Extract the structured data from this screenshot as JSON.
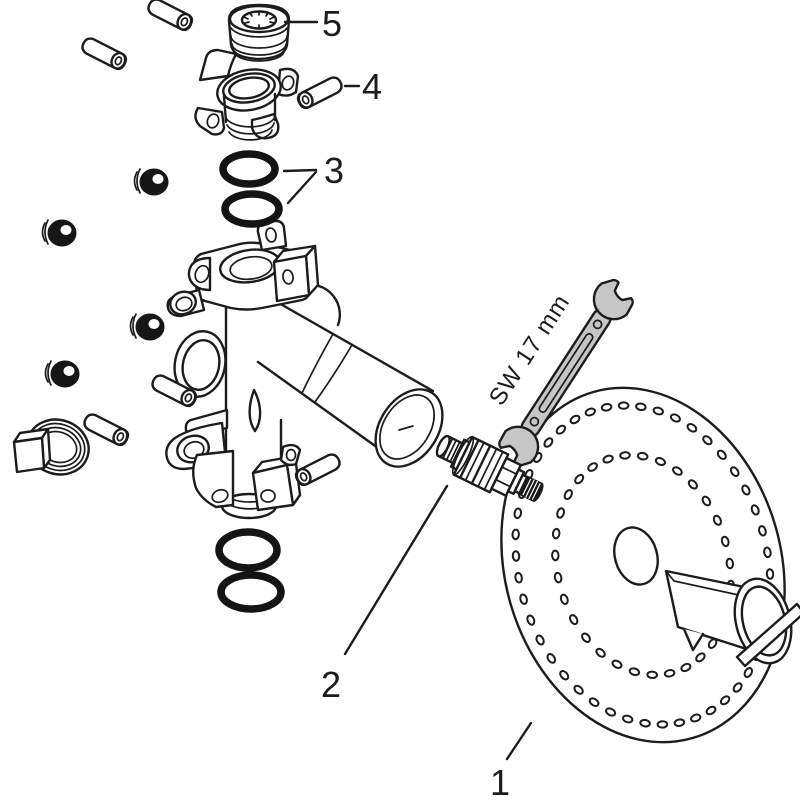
{
  "diagram": {
    "background": "#ffffff",
    "line_color": "#1c1c1c",
    "fill_color": "#ffffff",
    "oring_color": "#141414",
    "tool_fill": "#c6c6c6",
    "wrench_label": "SW 17 mm",
    "callouts": {
      "c1": "1",
      "c2": "2",
      "c3": "3",
      "c4": "4",
      "c5": "5"
    },
    "plate": {
      "outer_holes": 46,
      "inner_holes": 31
    }
  }
}
